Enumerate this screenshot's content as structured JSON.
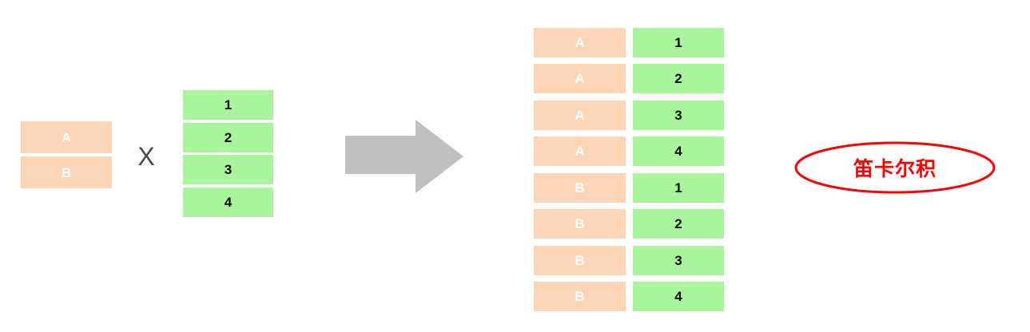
{
  "diagram": {
    "title_annotation": "笛卡尔积",
    "operator_symbol": "X",
    "colors": {
      "orange": "#fbd5b5",
      "green": "#a9f59b",
      "arrow_gray": "#bfbfbf",
      "annotation_red": "#ff0000",
      "orange_text": "#ffffff",
      "green_text": "#000000",
      "operator_text": "#4a4a4a"
    },
    "left_table": {
      "name": "set-a",
      "values": [
        "A",
        "B"
      ]
    },
    "right_table": {
      "name": "set-b",
      "values": [
        "1",
        "2",
        "3",
        "4"
      ]
    },
    "arrow": {
      "icon": "right-block-arrow-icon",
      "direction": "right"
    },
    "result_table": {
      "name": "cartesian-product-result",
      "rows": [
        {
          "left": "A",
          "right": "1"
        },
        {
          "left": "A",
          "right": "2"
        },
        {
          "left": "A",
          "right": "3"
        },
        {
          "left": "A",
          "right": "4"
        },
        {
          "left": "B",
          "right": "1"
        },
        {
          "left": "B",
          "right": "2"
        },
        {
          "left": "B",
          "right": "3"
        },
        {
          "left": "B",
          "right": "4"
        }
      ]
    }
  }
}
